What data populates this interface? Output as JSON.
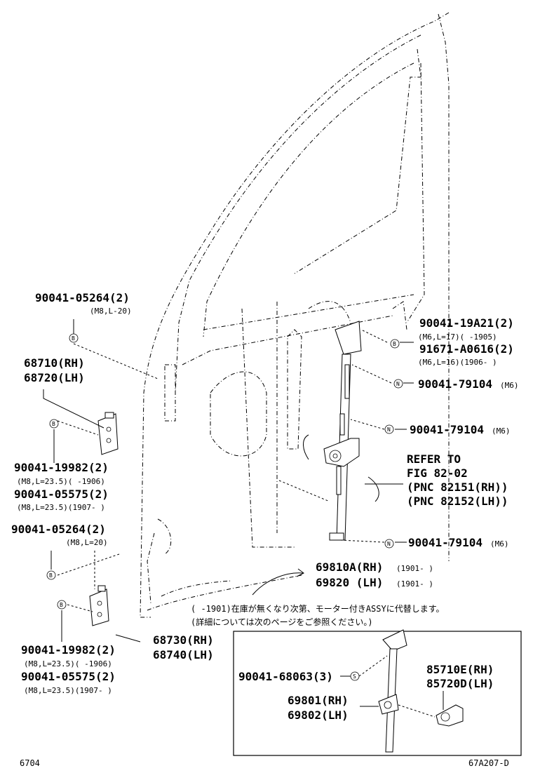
{
  "labels": {
    "bolt_upper_hinge_top": "90041-05264(2)",
    "bolt_upper_hinge_top_spec": "(M8,L-20)",
    "hinge_upper_rh": "68710(RH)",
    "hinge_upper_lh": "68720(LH)",
    "bolt_upper_hinge_a": "90041-19982(2)",
    "bolt_upper_hinge_a_spec": "(M8,L=23.5)(     -1906)",
    "bolt_upper_hinge_b": "90041-05575(2)",
    "bolt_upper_hinge_b_spec": "(M8,L=23.5)(1907-     )",
    "bolt_lower_hinge_top": "90041-05264(2)",
    "bolt_lower_hinge_top_spec": "(M8,L=20)",
    "bolt_lower_hinge_a": "90041-19982(2)",
    "bolt_lower_hinge_a_spec": "(M8,L=23.5)(     -1906)",
    "bolt_lower_hinge_b": "90041-05575(2)",
    "bolt_lower_hinge_b_spec": "(M8,L=23.5)(1907-     )",
    "hinge_lower_rh": "68730(RH)",
    "hinge_lower_lh": "68740(LH)",
    "bolt_reg_a": "90041-19A21(2)",
    "bolt_reg_a_spec": "(M6,L=17)(     -1905)",
    "bolt_reg_b": "91671-A0616(2)",
    "bolt_reg_b_spec": "(M6,L=16)(1906-     )",
    "nut_1": "90041-79104",
    "nut_1_spec": "(M6)",
    "nut_2": "90041-79104",
    "nut_2_spec": "(M6)",
    "nut_3": "90041-79104",
    "nut_3_spec": "(M6)",
    "refer_1": "REFER TO",
    "refer_2": "FIG 82-02",
    "refer_3": "(PNC 82151(RH))",
    "refer_4": "(PNC 82152(LH))",
    "regulator_rh": "69810A(RH)",
    "regulator_rh_spec": "(1901-     )",
    "regulator_lh": "69820 (LH)",
    "regulator_lh_spec": "(1901-     )",
    "note_line_1": "(     -1901)在庫が無くなり次第、モーター付きASSYに代替します。",
    "note_line_2": "(詳細については次のページをご参照ください。)",
    "inset_screw": "90041-68063(3)",
    "inset_reg_rh": "69801(RH)",
    "inset_reg_lh": "69802(LH)",
    "inset_motor_rh": "85710E(RH)",
    "inset_motor_lh": "85720D(LH)",
    "fig_number": "6704",
    "drawing_code": "67A207-D"
  },
  "symbols": {
    "bolt": "B",
    "nut": "N",
    "screw": "S"
  }
}
